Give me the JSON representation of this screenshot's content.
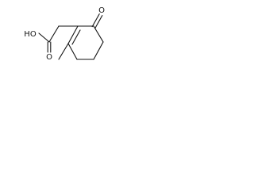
{
  "structure": {
    "atom_labels": {
      "hydroxyl": "HO",
      "acid_oxygen": "O",
      "ketone_oxygen": "O"
    }
  },
  "colors": {
    "bond": "#111111",
    "background": "#ffffff"
  }
}
